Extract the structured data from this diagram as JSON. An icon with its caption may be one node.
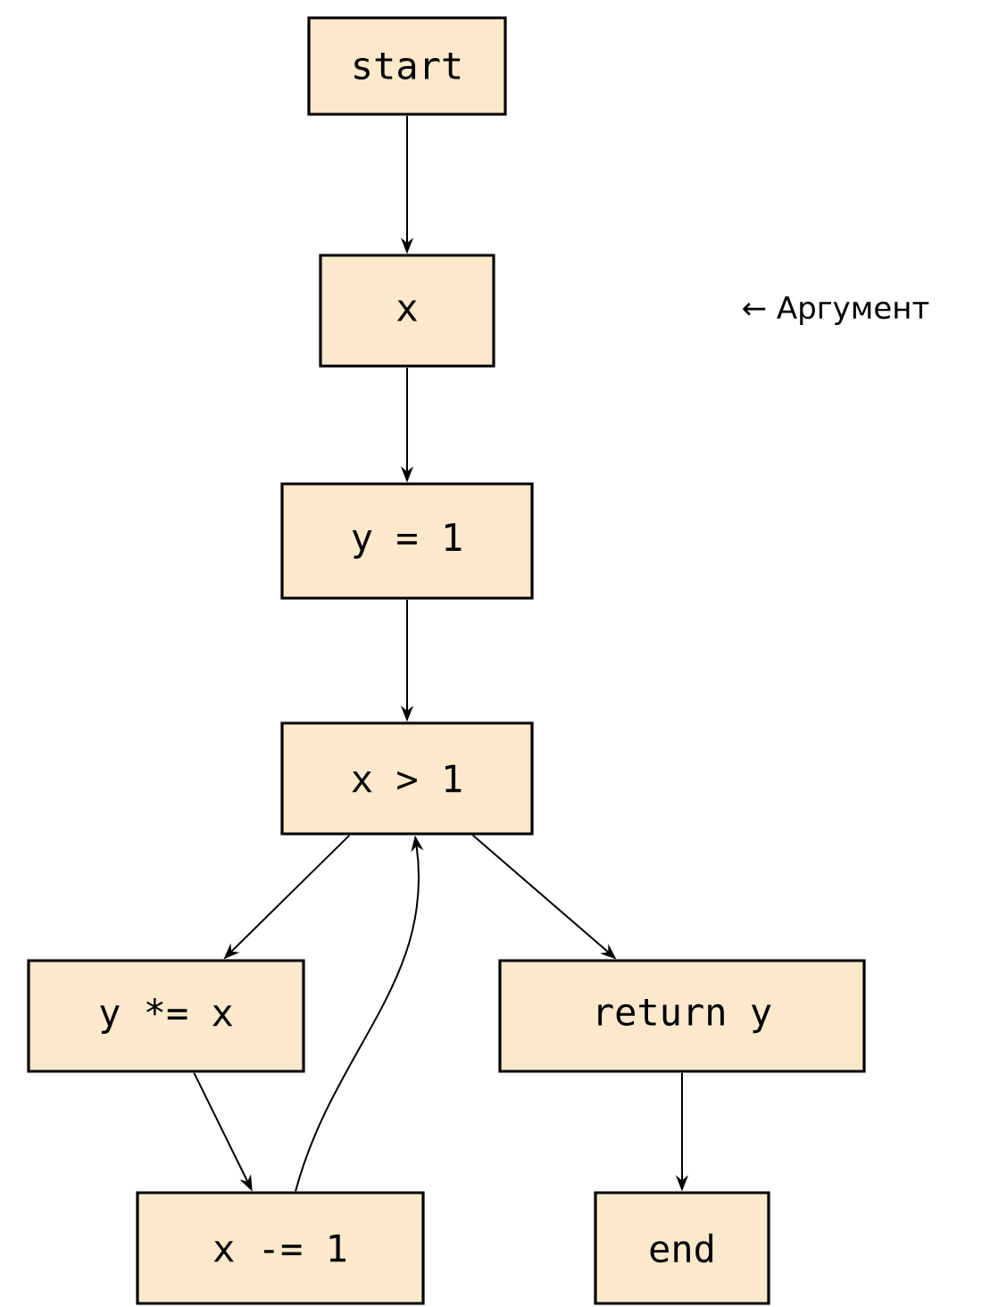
{
  "diagram": {
    "nodes": [
      {
        "text": [
          "start"
        ]
      },
      {
        "text": [
          "x"
        ]
      },
      {
        "text": [
          "y = 1"
        ]
      },
      {
        "text": [
          "x > 1"
        ]
      },
      {
        "text": [
          "y *= x"
        ]
      },
      {
        "text": [
          "return y"
        ]
      },
      {
        "text": [
          "x -= 1"
        ]
      },
      {
        "text": [
          "end"
        ]
      }
    ],
    "edges": [
      {
        "from": 0,
        "to": 1,
        "arrow": "to"
      },
      {
        "from": 1,
        "to": 2,
        "arrow": "to"
      },
      {
        "from": 2,
        "to": 3,
        "arrow": "to"
      },
      {
        "from": 3,
        "to": 4,
        "arrow": "to"
      },
      {
        "from": 3,
        "to": 5,
        "arrow": "to"
      },
      {
        "from": 4,
        "to": 6,
        "arrow": "to"
      },
      {
        "from": 6,
        "to": 3,
        "arrow": "to"
      },
      {
        "from": 5,
        "to": 7,
        "arrow": "to"
      }
    ],
    "labels": [
      "← Аргумент"
    ]
  }
}
